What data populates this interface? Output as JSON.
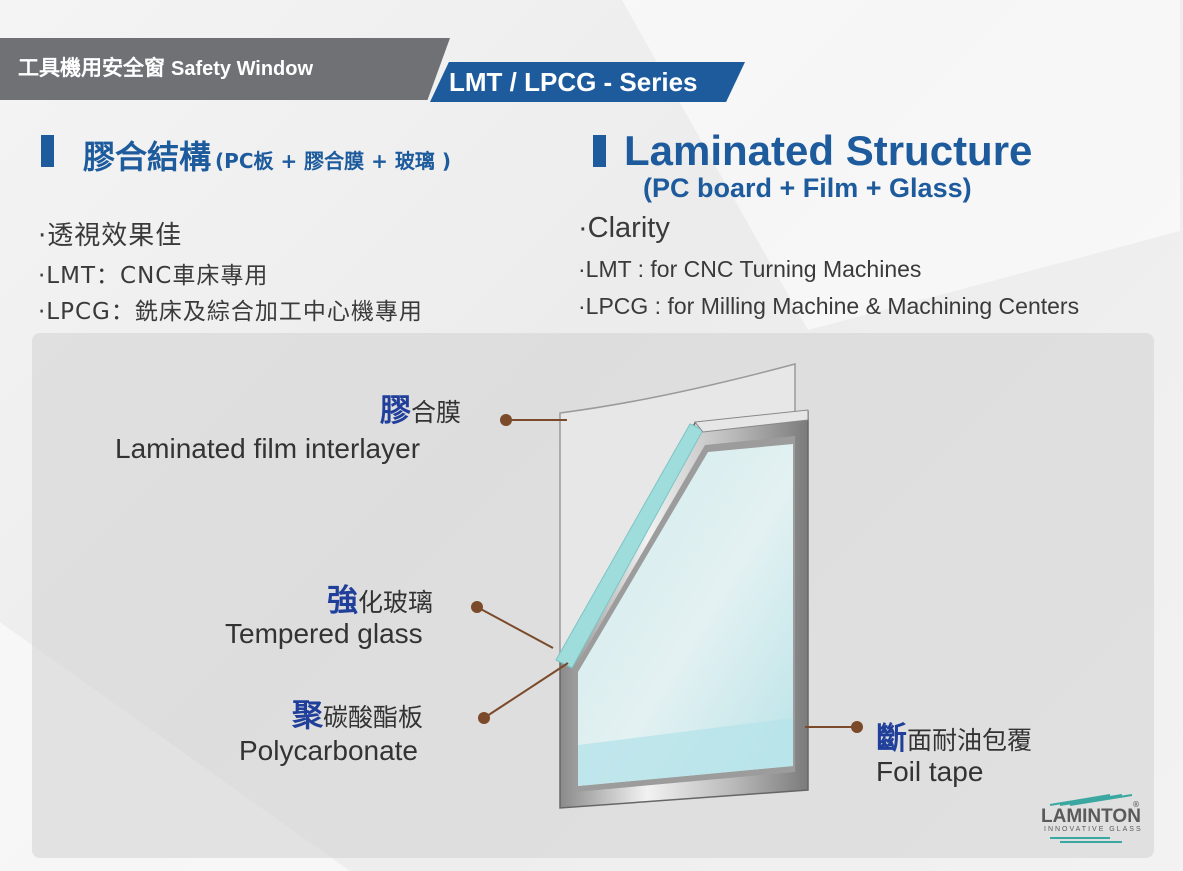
{
  "header": {
    "title_cn": "工具機用安全窗",
    "title_en": "Safety Window",
    "series": "LMT / LPCG - Series"
  },
  "left": {
    "heading": "膠合結構",
    "heading_sub": "(PC板 + 膠合膜 + 玻璃 )",
    "bullets": [
      "·透視效果佳",
      "·LMT：CNC車床專用",
      "·LPCG：銑床及綜合加工中心機專用"
    ]
  },
  "right": {
    "heading": "Laminated Structure",
    "heading_sub": "(PC board + Film + Glass)",
    "bullets": [
      "·Clarity",
      "·LMT : for CNC Turning Machines",
      "·LPCG : for Milling Machine & Machining Centers"
    ]
  },
  "labels": {
    "film": {
      "cn_first": "膠",
      "cn_rest": "合膜",
      "en": "Laminated film interlayer"
    },
    "tempered": {
      "cn_first": "強",
      "cn_rest": "化玻璃",
      "en": "Tempered glass"
    },
    "pc": {
      "cn_first": "聚",
      "cn_rest": "碳酸酯板",
      "en": "Polycarbonate"
    },
    "foil": {
      "cn_first": "斷",
      "cn_rest": "面耐油包覆",
      "en": "Foil tape"
    }
  },
  "logo": {
    "name": "LAMINTON",
    "tagline": "INNOVATIVE GLASS",
    "reg": "®"
  },
  "colors": {
    "brand_blue": "#1d5b9d",
    "header_gray": "#6f7175",
    "leader_brown": "#7a4a2a",
    "glass_cyan": "#9fdcdc"
  }
}
